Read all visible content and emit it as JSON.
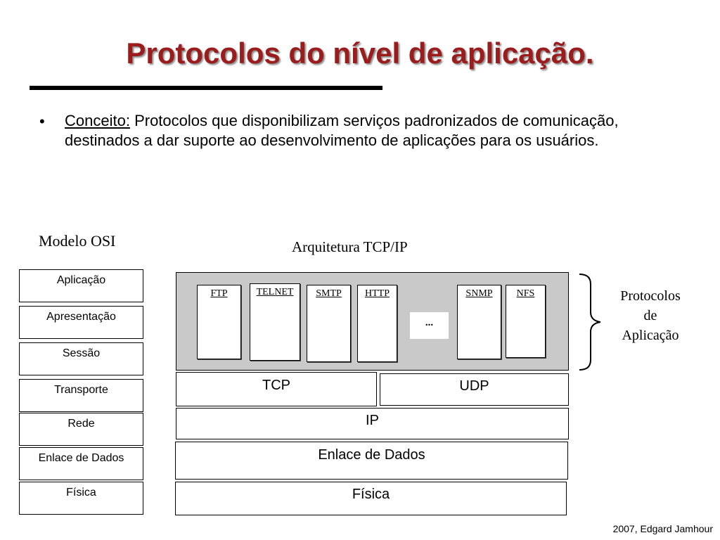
{
  "slide": {
    "title": "Protocolos do nível de aplicação.",
    "bullet_term": "Conceito:",
    "bullet_text": " Protocolos que disponibilizam serviços padronizados de comunicação, destinados a dar suporte ao desenvolvimento de aplicações para os usuários.",
    "footer": "2007, Edgard Jamhour"
  },
  "osi": {
    "title": "Modelo OSI",
    "layers": [
      "Aplicação",
      "Apresentação",
      "Sessão",
      "Transporte",
      "Rede",
      "Enlace de Dados",
      "Física"
    ]
  },
  "tcpip": {
    "title": "Arquitetura TCP/IP",
    "app_protocols": [
      "FTP",
      "TELNET",
      "SMTP",
      "HTTP",
      "SNMP",
      "NFS"
    ],
    "ellipsis": "...",
    "transport": [
      "TCP",
      "UDP"
    ],
    "network": "IP",
    "link": "Enlace de Dados",
    "physical": "Física",
    "app_label": [
      "Protocolos",
      "de",
      "Aplicação"
    ]
  }
}
